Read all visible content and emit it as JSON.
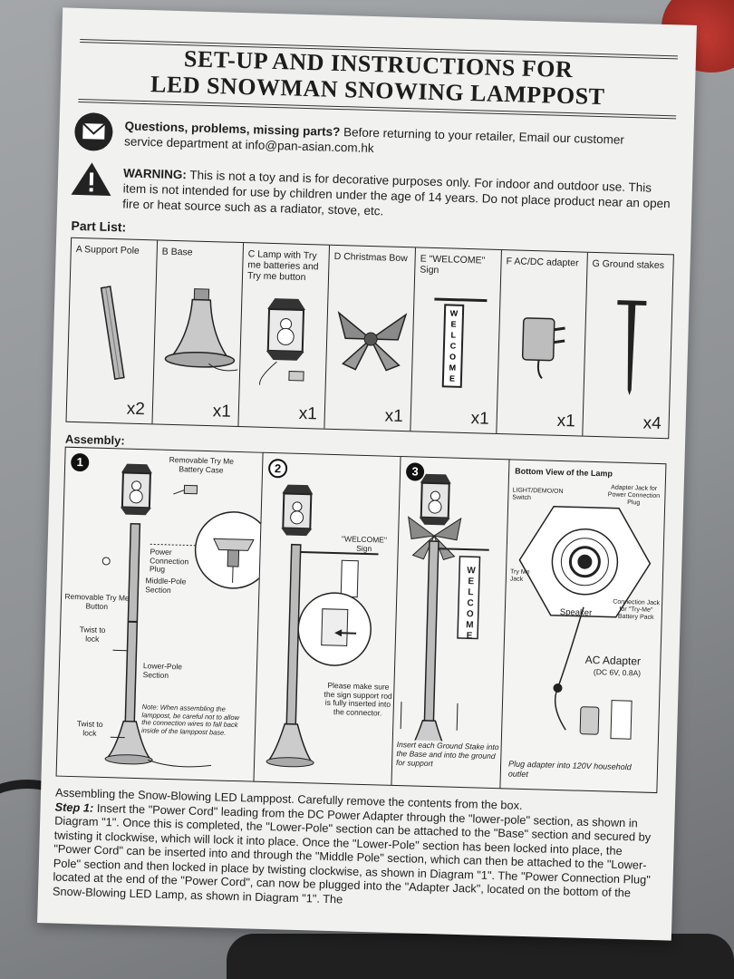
{
  "title": {
    "line1": "SET-UP AND INSTRUCTIONS FOR",
    "line2": "LED SNOWMAN SNOWING LAMPPOST"
  },
  "contact": {
    "heading": "Questions, problems, missing parts?",
    "line1_rest": " Before returning to your retailer, Email our customer",
    "line2": "service department at info@pan-asian.com.hk"
  },
  "warning": {
    "heading": "WARNING:",
    "line1_rest": " This is not a toy and is for decorative purposes only.  For indoor and outdoor use. This",
    "line2": "item is not intended for use by children under the age of 14 years.  Do not place product near an open",
    "line3": "fire or heat source such as a radiator, stove, etc."
  },
  "part_list": {
    "heading": "Part List:",
    "items": [
      {
        "label": "A  Support Pole",
        "qty": "x2"
      },
      {
        "label": "B  Base",
        "qty": "x1"
      },
      {
        "label": "C  Lamp with Try me batteries and Try me button",
        "qty": "x1"
      },
      {
        "label": "D  Christmas Bow",
        "qty": "x1"
      },
      {
        "label": "E  \"WELCOME\" Sign",
        "qty": "x1"
      },
      {
        "label": "F  AC/DC adapter",
        "qty": "x1"
      },
      {
        "label": "G  Ground stakes",
        "qty": "x4"
      }
    ]
  },
  "assembly": {
    "heading": "Assembly:",
    "d1": {
      "num": "1",
      "removable_battery_case": "Removable Try Me Battery Case",
      "power_plug": "Power Connection Plug",
      "middle_pole": "Middle-Pole Section",
      "try_me_button": "Removable Try Me Button",
      "twist_lock_1": "Twist to lock",
      "lower_pole": "Lower-Pole Section",
      "note": "Note: When assembling the lamppost, be careful not to allow the connection wires to fall back inside of the lamppost base.",
      "twist_lock_2": "Twist to lock"
    },
    "d2": {
      "num": "2",
      "welcome_sign": "\"WELCOME\" Sign",
      "sign_note": "Please make sure the sign support rod is fully inserted into the connector."
    },
    "d3": {
      "num": "3",
      "stake_note": "Insert each Ground Stake into the Base and into the ground for support"
    },
    "d4": {
      "bottom_view": "Bottom View of the Lamp",
      "adapter_jack": "Adapter Jack for Power Connection Plug",
      "switch": "LIGHT/DEMO/ON Switch",
      "try_me_jack": "Try Me Jack",
      "connection_jack": "Connection Jack for \"Try-Me\" Battery Pack",
      "speaker": "Speaker",
      "ac_adapter": "AC Adapter",
      "ac_rating": "(DC 6V, 0.8A)",
      "plug_note": "Plug adapter into 120V household outlet"
    },
    "sign_letters": [
      "W",
      "E",
      "L",
      "C",
      "O",
      "M",
      "E"
    ]
  },
  "body": {
    "intro": "Assembling the Snow-Blowing LED Lamppost.  Carefully remove the contents from the box.",
    "step_label": "Step 1:",
    "step_text": " Insert the \"Power Cord\" leading from the DC Power Adapter through the \"lower-pole\" section, as shown in Diagram \"1\".  Once this is completed, the \"Lower-Pole\" section can be attached to the \"Base\" section and secured by twisting it clockwise, which will lock it into place.  Once the \"Lower-Pole\" section has been locked into place, the \"Power Cord\" can be inserted into and through the \"Middle Pole\" section, which can then be attached to the \"Lower-Pole\" section and then locked in place by twisting clockwise, as shown in Diagram \"1\". The \"Power Connection Plug\" located at the end of the \"Power Cord\", can now be plugged into the \"Adapter Jack\", located on the bottom of the Snow-Blowing LED Lamp, as shown in Diagram \"1\".  The"
  }
}
